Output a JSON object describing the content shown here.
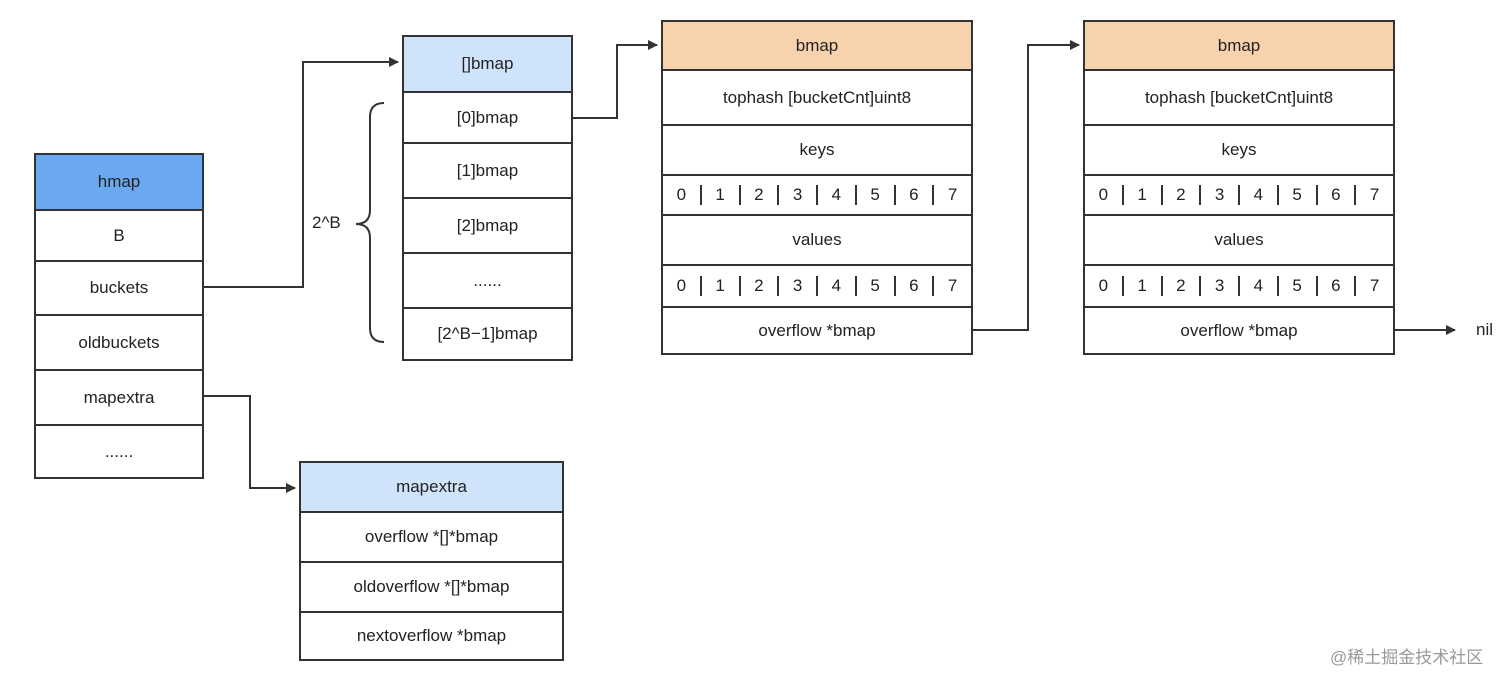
{
  "hmap": {
    "header": "hmap",
    "fields": [
      "B",
      "buckets",
      "oldbuckets",
      "mapextra",
      "......"
    ]
  },
  "bucket_array": {
    "header": "[]bmap",
    "items": [
      "[0]bmap",
      "[1]bmap",
      "[2]bmap",
      "......",
      "[2^B−1]bmap"
    ],
    "brace_label": "2^B"
  },
  "mapextra": {
    "header": "mapextra",
    "fields": [
      "overflow *[]*bmap",
      "oldoverflow *[]*bmap",
      "nextoverflow *bmap"
    ]
  },
  "bmap_first": {
    "header": "bmap",
    "tophash": "tophash [bucketCnt]uint8",
    "keys_label": "keys",
    "key_slots": [
      "0",
      "1",
      "2",
      "3",
      "4",
      "5",
      "6",
      "7"
    ],
    "values_label": "values",
    "value_slots": [
      "0",
      "1",
      "2",
      "3",
      "4",
      "5",
      "6",
      "7"
    ],
    "overflow": "overflow *bmap"
  },
  "bmap_second": {
    "header": "bmap",
    "tophash": "tophash [bucketCnt]uint8",
    "keys_label": "keys",
    "key_slots": [
      "0",
      "1",
      "2",
      "3",
      "4",
      "5",
      "6",
      "7"
    ],
    "values_label": "values",
    "value_slots": [
      "0",
      "1",
      "2",
      "3",
      "4",
      "5",
      "6",
      "7"
    ],
    "overflow": "overflow *bmap"
  },
  "nil_label": "nil",
  "watermark": "@稀土掘金技术社区",
  "colors": {
    "hmap_header": "#6aa8ef",
    "light_blue_header": "#cfe4fb",
    "bmap_header": "#f8d1ad",
    "line": "#333333"
  }
}
